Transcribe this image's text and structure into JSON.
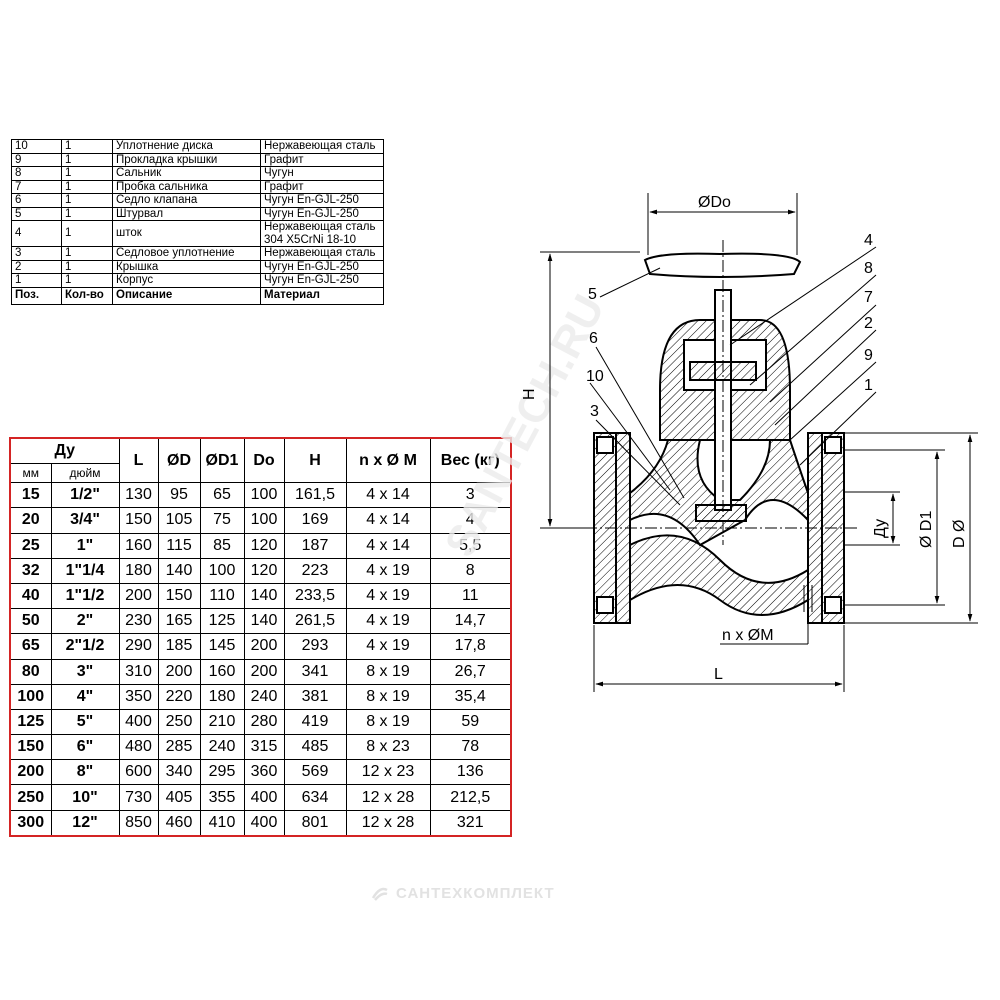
{
  "parts_table": {
    "rows": [
      {
        "pos": "10",
        "qty": "1",
        "desc": "Уплотнение диска",
        "mat": "Нержавеющая сталь"
      },
      {
        "pos": "9",
        "qty": "1",
        "desc": "Прокладка крышки",
        "mat": "Графит"
      },
      {
        "pos": "8",
        "qty": "1",
        "desc": "Сальник",
        "mat": "Чугун"
      },
      {
        "pos": "7",
        "qty": "1",
        "desc": "Пробка сальника",
        "mat": "Графит"
      },
      {
        "pos": "6",
        "qty": "1",
        "desc": "Седло клапана",
        "mat": "Чугун En-GJL-250"
      },
      {
        "pos": "5",
        "qty": "1",
        "desc": "Штурвал",
        "mat": "Чугун En-GJL-250"
      },
      {
        "pos": "4",
        "qty": "1",
        "desc": "шток",
        "mat": "Нержавеющая сталь 304 X5CrNi 18-10"
      },
      {
        "pos": "3",
        "qty": "1",
        "desc": "Седловое уплотнение",
        "mat": "Нержавеющая сталь"
      },
      {
        "pos": "2",
        "qty": "1",
        "desc": "Крышка",
        "mat": "Чугун En-GJL-250"
      },
      {
        "pos": "1",
        "qty": "1",
        "desc": "Корпус",
        "mat": "Чугун En-GJL-250"
      }
    ],
    "header": {
      "pos": "Поз.",
      "qty": "Кол-во",
      "desc": "Описание",
      "mat": "Материал"
    }
  },
  "dims_table": {
    "header": {
      "dn": "Ду",
      "L": "L",
      "D": "ØD",
      "D1": "ØD1",
      "Do": "Do",
      "H": "H",
      "nxM": "n x Ø M",
      "weight": "Вес (кг)",
      "mm": "мм",
      "inch": "дюйм"
    },
    "rows": [
      {
        "mm": "15",
        "in": "1/2\"",
        "L": "130",
        "D": "95",
        "D1": "65",
        "Do": "100",
        "H": "161,5",
        "nxM": "4 x 14",
        "w": "3"
      },
      {
        "mm": "20",
        "in": "3/4\"",
        "L": "150",
        "D": "105",
        "D1": "75",
        "Do": "100",
        "H": "169",
        "nxM": "4 x 14",
        "w": "4"
      },
      {
        "mm": "25",
        "in": "1\"",
        "L": "160",
        "D": "115",
        "D1": "85",
        "Do": "120",
        "H": "187",
        "nxM": "4 x 14",
        "w": "5,5"
      },
      {
        "mm": "32",
        "in": "1\"1/4",
        "L": "180",
        "D": "140",
        "D1": "100",
        "Do": "120",
        "H": "223",
        "nxM": "4 x 19",
        "w": "8"
      },
      {
        "mm": "40",
        "in": "1\"1/2",
        "L": "200",
        "D": "150",
        "D1": "110",
        "Do": "140",
        "H": "233,5",
        "nxM": "4 x 19",
        "w": "11"
      },
      {
        "mm": "50",
        "in": "2\"",
        "L": "230",
        "D": "165",
        "D1": "125",
        "Do": "140",
        "H": "261,5",
        "nxM": "4 x 19",
        "w": "14,7"
      },
      {
        "mm": "65",
        "in": "2\"1/2",
        "L": "290",
        "D": "185",
        "D1": "145",
        "Do": "200",
        "H": "293",
        "nxM": "4 x 19",
        "w": "17,8"
      },
      {
        "mm": "80",
        "in": "3\"",
        "L": "310",
        "D": "200",
        "D1": "160",
        "Do": "200",
        "H": "341",
        "nxM": "8 x 19",
        "w": "26,7"
      },
      {
        "mm": "100",
        "in": "4\"",
        "L": "350",
        "D": "220",
        "D1": "180",
        "Do": "240",
        "H": "381",
        "nxM": "8 x 19",
        "w": "35,4"
      },
      {
        "mm": "125",
        "in": "5\"",
        "L": "400",
        "D": "250",
        "D1": "210",
        "Do": "280",
        "H": "419",
        "nxM": "8 x 19",
        "w": "59"
      },
      {
        "mm": "150",
        "in": "6\"",
        "L": "480",
        "D": "285",
        "D1": "240",
        "Do": "315",
        "H": "485",
        "nxM": "8 x 23",
        "w": "78"
      },
      {
        "mm": "200",
        "in": "8\"",
        "L": "600",
        "D": "340",
        "D1": "295",
        "Do": "360",
        "H": "569",
        "nxM": "12 x 23",
        "w": "136"
      },
      {
        "mm": "250",
        "in": "10\"",
        "L": "730",
        "D": "405",
        "D1": "355",
        "Do": "400",
        "H": "634",
        "nxM": "12 x 28",
        "w": "212,5"
      },
      {
        "mm": "300",
        "in": "12\"",
        "L": "850",
        "D": "460",
        "D1": "410",
        "Do": "400",
        "H": "801",
        "nxM": "12 x 28",
        "w": "321"
      }
    ]
  },
  "drawing": {
    "dims": {
      "Do": "ØDo",
      "H": "H",
      "L": "L",
      "Dn": "Ду",
      "D1": "Ø D1",
      "D": "D Ø",
      "nxM": "n x ØM"
    },
    "callouts": [
      "4",
      "8",
      "7",
      "2",
      "9",
      "1",
      "5",
      "6",
      "10",
      "3"
    ]
  },
  "logo": {
    "text": "САНТЕХКОМПЛЕКТ"
  },
  "watermark": {
    "text": "SANTECH.RU"
  },
  "colors": {
    "accent_border": "#d42424",
    "hatch": "#000000",
    "logo": "#e2e2e2"
  }
}
